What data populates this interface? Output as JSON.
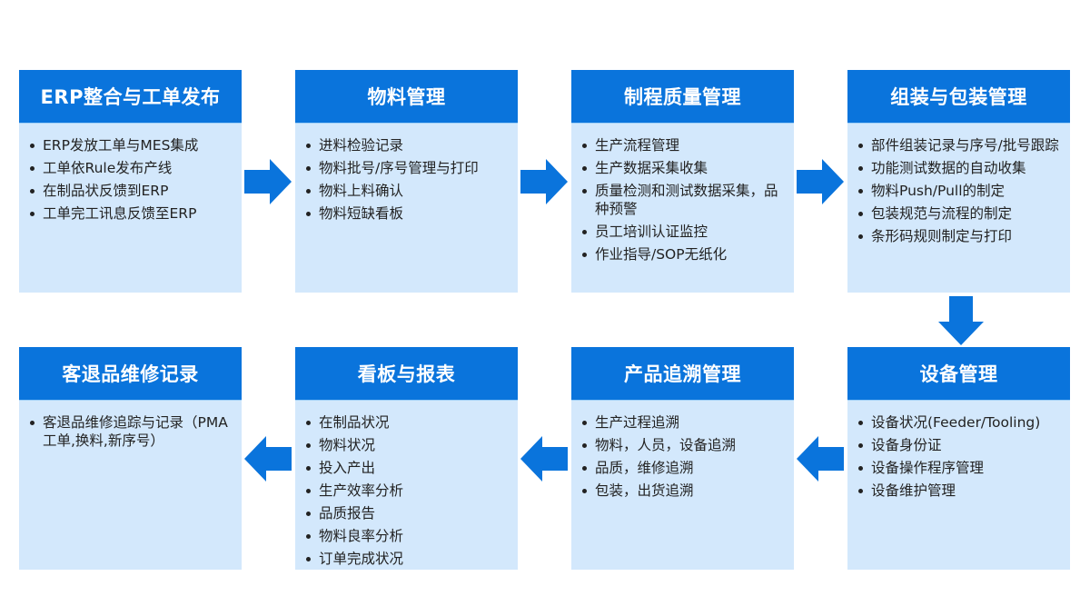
{
  "colors": {
    "header": "#0a74dc",
    "body": "#d3e8fc",
    "arrow": "#0a74dc"
  },
  "steps": [
    {
      "title": "ERP整合与工单发布",
      "items": [
        "ERP发放工单与MES集成",
        "工单依Rule发布产线",
        "在制品状反馈到ERP",
        "工单完工讯息反馈至ERP"
      ]
    },
    {
      "title": "物料管理",
      "items": [
        "进料检验记录",
        "物料批号/序号管理与打印",
        "物料上料确认",
        "物料短缺看板"
      ]
    },
    {
      "title": "制程质量管理",
      "items": [
        "生产流程管理",
        "生产数据采集收集",
        "质量检测和测试数据采集，品种预警",
        "员工培训认证监控",
        "作业指导/SOP无纸化"
      ]
    },
    {
      "title": "组装与包装管理",
      "items": [
        "部件组装记录与序号/批号跟踪",
        "功能测试数据的自动收集",
        "物料Push/Pull的制定",
        "包装规范与流程的制定",
        "条形码规则制定与打印"
      ]
    },
    {
      "title": "设备管理",
      "items": [
        "设备状况(Feeder/Tooling)",
        "设备身份证",
        "设备操作程序管理",
        "设备维护管理"
      ]
    },
    {
      "title": "产品追溯管理",
      "items": [
        "生产过程追溯",
        "物料，人员，设备追溯",
        "品质，维修追溯",
        "包装，出货追溯"
      ]
    },
    {
      "title": "看板与报表",
      "items": [
        "在制品状况",
        "物料状况",
        "投入产出",
        "生产效率分析",
        "品质报告",
        "物料良率分析",
        "订单完成状况"
      ]
    },
    {
      "title": "客退品维修记录",
      "items": [
        "客退品维修追踪与记录（PMA工单,换料,新序号）"
      ]
    }
  ]
}
